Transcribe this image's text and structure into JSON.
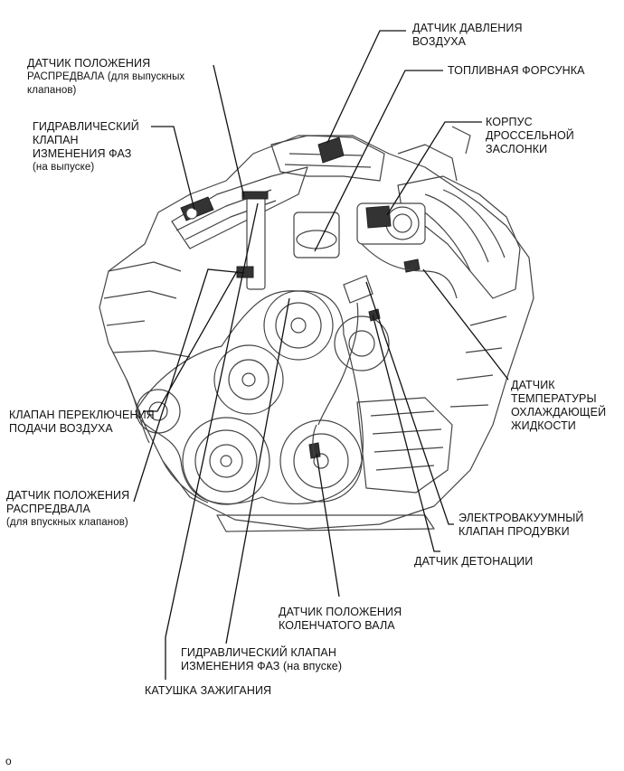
{
  "labels": {
    "air_pressure_sensor": [
      "ДАТЧИК ДАВЛЕНИЯ",
      "ВОЗДУХА"
    ],
    "fuel_injector": [
      "ТОПЛИВНАЯ ФОРСУНКА"
    ],
    "camshaft_sensor_exhaust": [
      "ДАТЧИК ПОЛОЖЕНИЯ",
      "РАСПРЕДВАЛА (для выпускных",
      "клапанов)"
    ],
    "ocv_exhaust": [
      "ГИДРАВЛИЧЕСКИЙ",
      "КЛАПАН",
      "ИЗМЕНЕНИЯ ФАЗ",
      "(на выпуске)"
    ],
    "throttle_body": [
      "КОРПУС",
      "ДРОССЕЛЬНОЙ",
      "ЗАСЛОНКИ"
    ],
    "air_intake_control_valve": [
      "КЛАПАН ПЕРЕКЛЮЧЕНИЯ",
      "ПОДАЧИ ВОЗДУХА"
    ],
    "coolant_temp_sensor": [
      "ДАТЧИК",
      "ТЕМПЕРАТУРЫ",
      "ОХЛАЖДАЮЩЕЙ",
      "ЖИДКОСТИ"
    ],
    "camshaft_sensor_intake": [
      "ДАТЧИК ПОЛОЖЕНИЯ",
      "РАСПРЕДВАЛА",
      "(для впускных клапанов)"
    ],
    "purge_vsv": [
      "ЭЛЕКТРОВАКУУМНЫЙ",
      "КЛАПАН ПРОДУВКИ"
    ],
    "knock_sensor": [
      "ДАТЧИК ДЕТОНАЦИИ"
    ],
    "crankshaft_sensor": [
      "ДАТЧИК ПОЛОЖЕНИЯ",
      "КОЛЕНЧАТОГО ВАЛА"
    ],
    "ocv_intake": [
      "ГИДРАВЛИЧЕСКИЙ КЛАПАН",
      "ИЗМЕНЕНИЯ ФАЗ (на впуске)"
    ],
    "ignition_coil": [
      "КАТУШКА ЗАЖИГАНИЯ"
    ]
  },
  "figure_code": "o"
}
